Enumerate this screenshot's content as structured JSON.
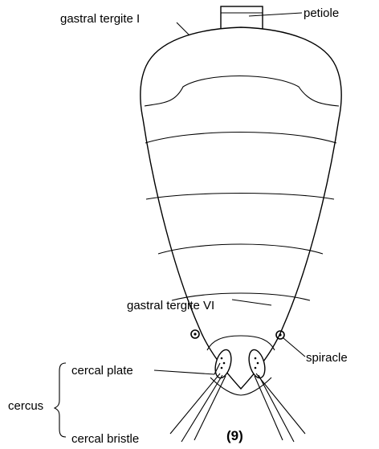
{
  "figure": {
    "number": "(9)",
    "labels": {
      "gastral_tergite_1": "gastral tergite I",
      "petiole": "petiole",
      "gastral_tergite_6": "gastral tergite VI",
      "spiracle": "spiracle",
      "cercal_plate": "cercal plate",
      "cercus": "cercus",
      "cercal_bristle": "cercal bristle"
    }
  },
  "colors": {
    "ink": "#000000",
    "background": "#ffffff"
  }
}
